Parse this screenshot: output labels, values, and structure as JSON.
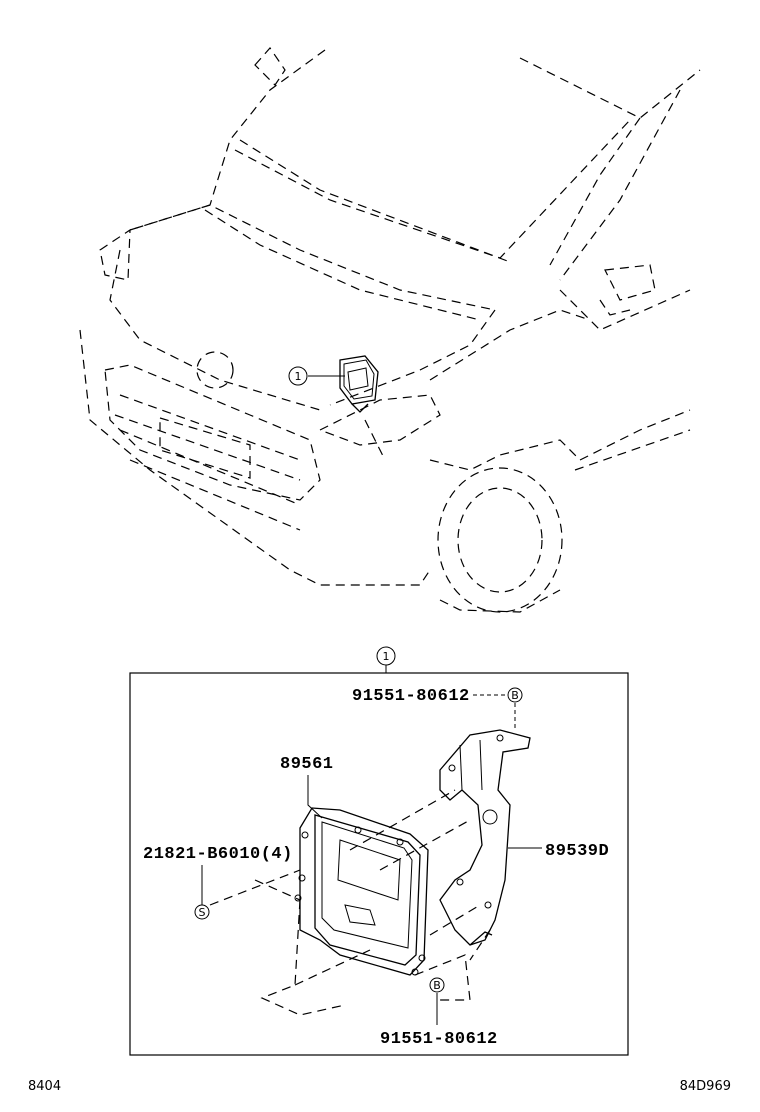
{
  "diagram": {
    "car_callout": "1",
    "detail_callout": "1",
    "labels": {
      "bolt_top": "91551-80612",
      "ecu": "89561",
      "screw": "21821-B6010(4)",
      "bracket": "89539D",
      "bolt_bottom": "91551-80612"
    },
    "markers": {
      "bolt_top": "B",
      "screw": "S",
      "bolt_bottom": "B"
    },
    "footer_left": "8404",
    "footer_right": "84D969"
  }
}
